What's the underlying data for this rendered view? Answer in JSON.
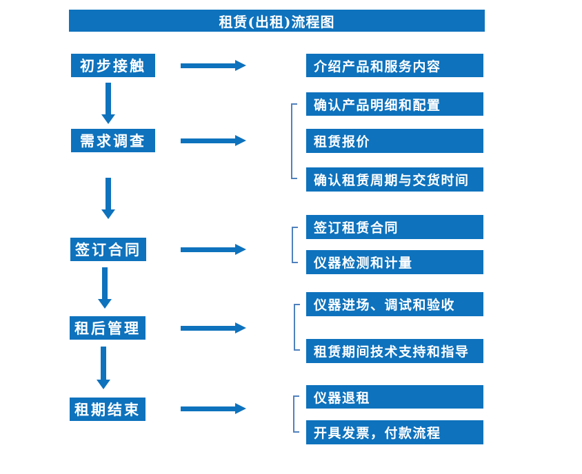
{
  "title": "租赁(出租)流程图",
  "colors": {
    "primary": "#0E72BD",
    "bracket": "#4F81BD",
    "text_on_primary": "#FFFFFF",
    "background": "#FFFFFF"
  },
  "steps": [
    {
      "label": "初步接触",
      "details": [
        "介绍产品和服务内容"
      ]
    },
    {
      "label": "需求调查",
      "details": [
        "确认产品明细和配置",
        "租赁报价",
        "确认租赁周期与交货时间"
      ]
    },
    {
      "label": "签订合同",
      "details": [
        "签订租赁合同",
        "仪器检测和计量"
      ]
    },
    {
      "label": "租后管理",
      "details": [
        "仪器进场、调试和验收",
        "租赁期间技术支持和指导"
      ]
    },
    {
      "label": "租期结束",
      "details": [
        "仪器退租",
        "开具发票，付款流程"
      ]
    }
  ]
}
